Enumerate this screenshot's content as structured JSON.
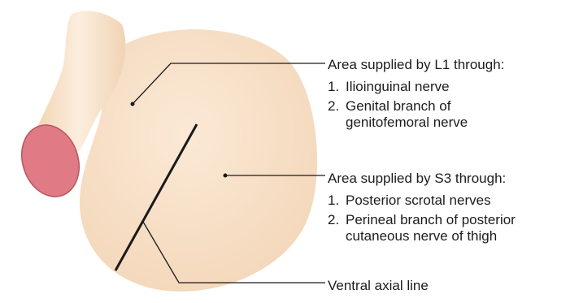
{
  "l1_callout": {
    "heading": "Area supplied by L1 through:",
    "items": [
      {
        "num": "1.",
        "line1": "Ilioinguinal nerve",
        "line2": ""
      },
      {
        "num": "2.",
        "line1": "Genital branch of",
        "line2": "genitofemoral nerve"
      }
    ]
  },
  "s3_callout": {
    "heading": "Area supplied by S3 through:",
    "items": [
      {
        "num": "1.",
        "line1": "Posterior scrotal nerves",
        "line2": ""
      },
      {
        "num": "2.",
        "line1": "Perineal branch of posterior",
        "line2": "cutaneous nerve of thigh"
      }
    ]
  },
  "axial_line_label": "Ventral axial line",
  "colors": {
    "skin": "#f6dcc0",
    "skin_light": "#fbeedf",
    "glans": "#e07a84",
    "line": "#1a1a1a"
  }
}
